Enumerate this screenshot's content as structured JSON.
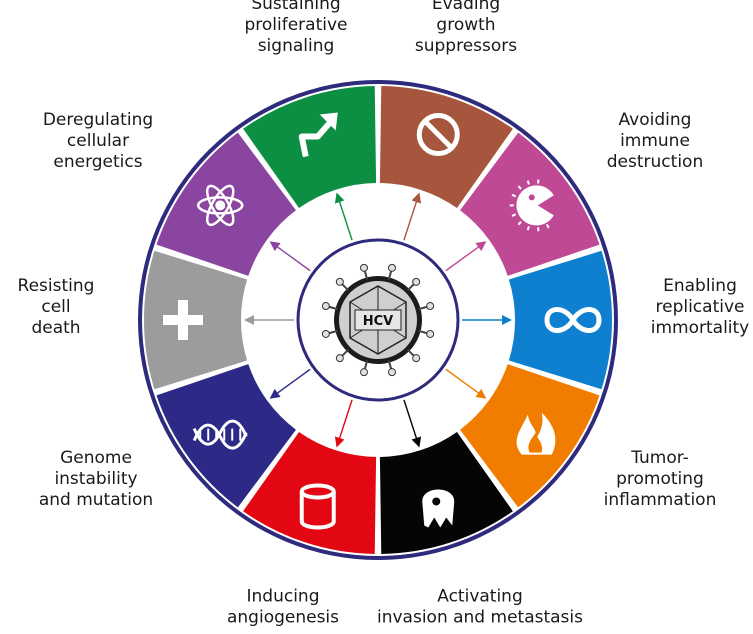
{
  "center": {
    "label": "HCV"
  },
  "hallmarks": [
    {
      "id": "sustaining",
      "color": "#0c8f43",
      "arrow": "#0c8f43",
      "icon": "arrow-up-right-icon",
      "label": [
        "Sustaining",
        "proliferative",
        "signaling"
      ]
    },
    {
      "id": "evading",
      "color": "#a5563d",
      "arrow": "#a5563d",
      "icon": "no-entry-icon",
      "label": [
        "Evading",
        "growth",
        "suppressors"
      ]
    },
    {
      "id": "immune",
      "color": "#c04996",
      "arrow": "#c04996",
      "icon": "pacman-cell-icon",
      "label": [
        "Avoiding",
        "immune",
        "destruction"
      ]
    },
    {
      "id": "immortality",
      "color": "#0f7fd0",
      "arrow": "#0f7fd0",
      "icon": "infinity-icon",
      "label": [
        "Enabling",
        "replicative",
        "immortality"
      ]
    },
    {
      "id": "inflammation",
      "color": "#f07d00",
      "arrow": "#f07d00",
      "icon": "flame-icon",
      "label": [
        "Tumor-",
        "promoting",
        "inflammation"
      ]
    },
    {
      "id": "invasion",
      "color": "#050505",
      "arrow": "#050505",
      "icon": "ghost-cell-icon",
      "label": [
        "Activating",
        "invasion and metastasis"
      ]
    },
    {
      "id": "angiogenesis",
      "color": "#e30613",
      "arrow": "#e30613",
      "icon": "vessel-icon",
      "label": [
        "Inducing",
        "angiogenesis"
      ]
    },
    {
      "id": "genome",
      "color": "#2c2a86",
      "arrow": "#2c2a86",
      "icon": "dna-icon",
      "label": [
        "Genome",
        "instability",
        "and mutation"
      ]
    },
    {
      "id": "death",
      "color": "#9c9c9c",
      "arrow": "#9c9c9c",
      "icon": "cross-icon",
      "label": [
        "Resisting",
        "cell",
        "death"
      ]
    },
    {
      "id": "energetics",
      "color": "#8a45a0",
      "arrow": "#8a45a0",
      "icon": "atom-icon",
      "label": [
        "Deregulating",
        "cellular",
        "energetics"
      ]
    }
  ],
  "ring_border_color": "#2e2a7c"
}
